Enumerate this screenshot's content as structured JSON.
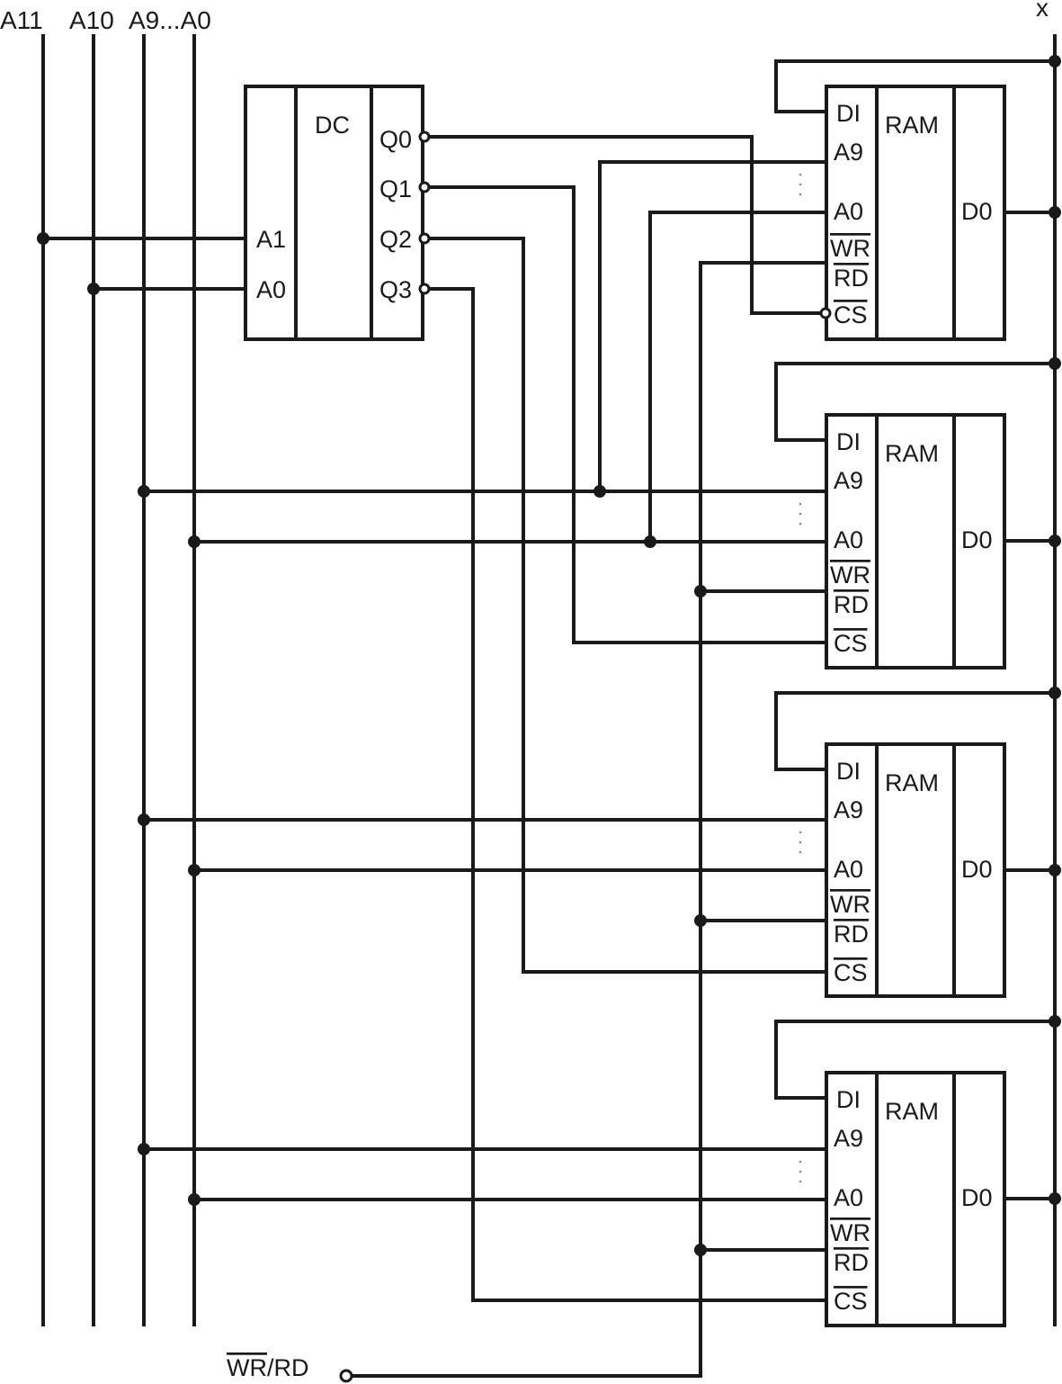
{
  "bus_labels": {
    "a11": "A11",
    "a10": "A10",
    "a9_a0": "A9...A0",
    "x": "x"
  },
  "decoder": {
    "title": "DC",
    "inputs": [
      "A1",
      "A0"
    ],
    "outputs": [
      "Q0",
      "Q1",
      "Q2",
      "Q3"
    ]
  },
  "ram_chip": {
    "title": "RAM",
    "pins": {
      "di": "DI",
      "a9": "A9",
      "a0": "A0",
      "wr": "WR",
      "rd": "RD",
      "cs": "CS",
      "d0": "D0"
    }
  },
  "ram_count": 4,
  "control_label": {
    "wr": "WR",
    "slash_rd": "/RD"
  }
}
